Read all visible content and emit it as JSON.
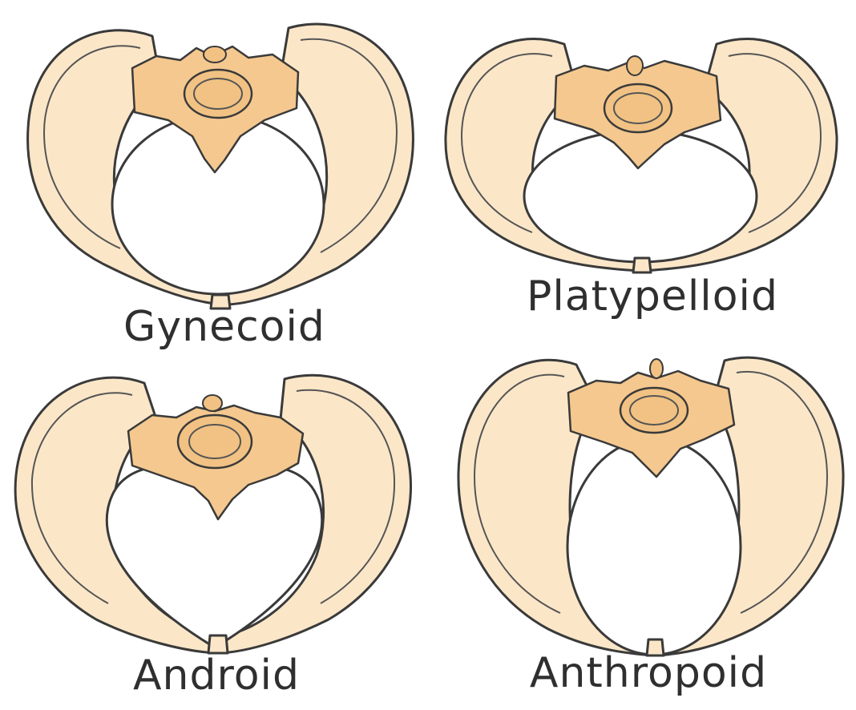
{
  "figure": {
    "background": "#ffffff",
    "bone_color": "#fbe7c8",
    "sacrum_color": "#f4c88f",
    "outline_color": "#3a3a3a",
    "panels": [
      {
        "id": "gynecoid",
        "label": "Gynecoid",
        "inlet_shape": "round"
      },
      {
        "id": "platypelloid",
        "label": "Platypelloid",
        "inlet_shape": "transverse-oval"
      },
      {
        "id": "android",
        "label": "Android",
        "inlet_shape": "heart"
      },
      {
        "id": "anthropoid",
        "label": "Anthropoid",
        "inlet_shape": "anteroposterior-oval"
      }
    ]
  }
}
